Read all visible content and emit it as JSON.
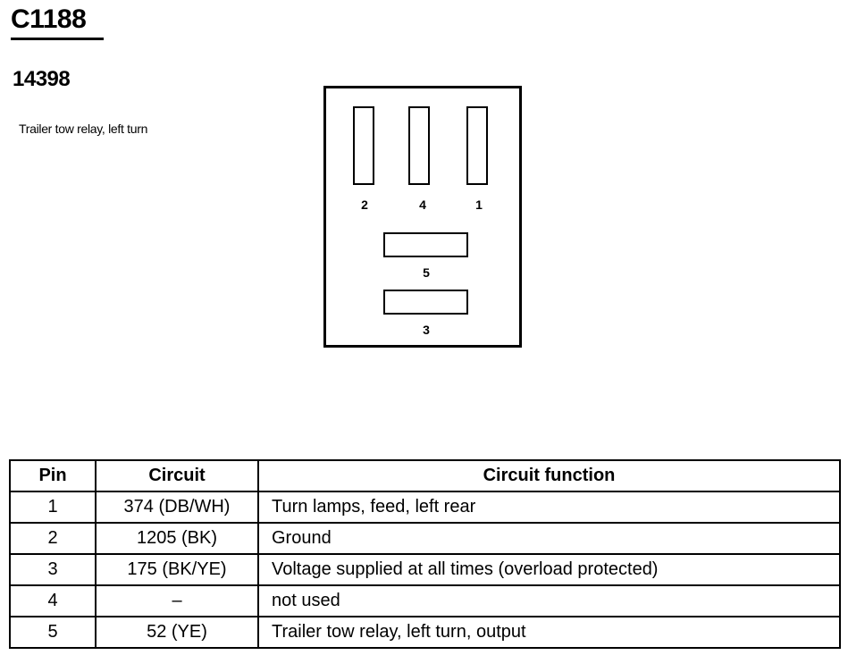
{
  "connector": {
    "id": "C1188",
    "part_number": "14398",
    "description": "Trailer tow relay, left turn"
  },
  "face_labels": {
    "pin_2": "2",
    "pin_4": "4",
    "pin_1": "1",
    "pin_5": "5",
    "pin_3": "3"
  },
  "table": {
    "headers": {
      "pin": "Pin",
      "circuit": "Circuit",
      "function": "Circuit function"
    },
    "rows": [
      {
        "pin": "1",
        "circuit": "374 (DB/WH)",
        "function": "Turn lamps, feed, left rear"
      },
      {
        "pin": "2",
        "circuit": "1205 (BK)",
        "function": "Ground"
      },
      {
        "pin": "3",
        "circuit": "175 (BK/YE)",
        "function": "Voltage supplied at all times (overload protected)"
      },
      {
        "pin": "4",
        "circuit": "–",
        "function": "not used"
      },
      {
        "pin": "5",
        "circuit": "52 (YE)",
        "function": "Trailer tow relay, left turn, output"
      }
    ]
  }
}
